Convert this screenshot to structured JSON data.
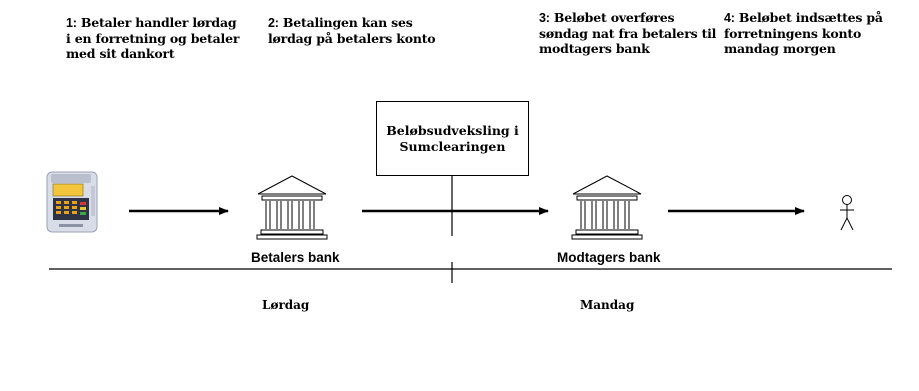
{
  "steps": [
    {
      "num": "1:",
      "text_l1": " Betaler handler lørdag",
      "text_l2": "i en forretning og betaler",
      "text_l3": "med sit dankort"
    },
    {
      "num": "2:",
      "text_l1": " Betalingen kan ses",
      "text_l2": "lørdag på betalers konto",
      "text_l3": ""
    },
    {
      "num": "3:",
      "text_l1": " Beløbet overføres",
      "text_l2": "søndag nat fra betalers til",
      "text_l3": "modtagers bank"
    },
    {
      "num": "4:",
      "text_l1": " Beløbet indsættes på",
      "text_l2": "forretningens konto",
      "text_l3": "mandag morgen"
    }
  ],
  "clearing": {
    "line1": "Beløbsudveksling i",
    "line2": "Sumclearingen"
  },
  "banks": {
    "payer": "Betalers bank",
    "receiver": "Modtagers bank"
  },
  "days": {
    "left": "Lørdag",
    "right": "Mandag"
  },
  "icons": {
    "terminal": "card-terminal-icon",
    "bank": "bank-building-icon",
    "person": "person-icon"
  }
}
